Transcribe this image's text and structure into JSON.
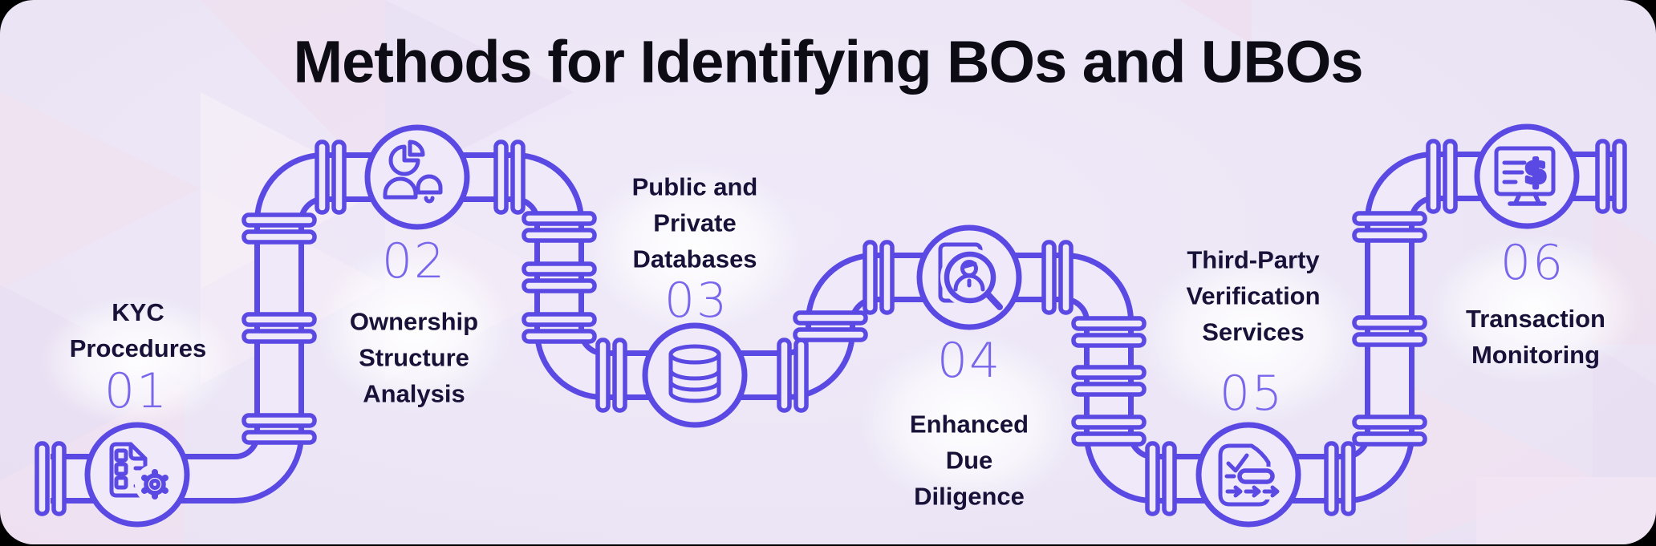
{
  "title": "Methods for Identifying BOs and UBOs",
  "steps": [
    {
      "number": "01",
      "label": "KYC\nProcedures",
      "icon": "document-checklist-gear-icon"
    },
    {
      "number": "02",
      "label": "Ownership\nStructure\nAnalysis",
      "icon": "pie-chart-person-bell-icon"
    },
    {
      "number": "03",
      "label": "Public and\nPrivate\nDatabases",
      "icon": "database-icon"
    },
    {
      "number": "04",
      "label": "Enhanced\nDue\nDiligence",
      "icon": "id-card-magnifier-person-icon"
    },
    {
      "number": "05",
      "label": "Third-Party\nVerification\nServices",
      "icon": "checklist-arrows-document-icon"
    },
    {
      "number": "06",
      "label": "Transaction\nMonitoring",
      "icon": "monitor-dollar-icon"
    }
  ],
  "icon_glyphs": {
    "dollar": "$"
  },
  "colors": {
    "pipe": "#5b49e4",
    "number": "#7866ec",
    "label": "#181138",
    "title": "#0d0b14",
    "background": "#ece6f6",
    "glow": "#ffffff"
  }
}
